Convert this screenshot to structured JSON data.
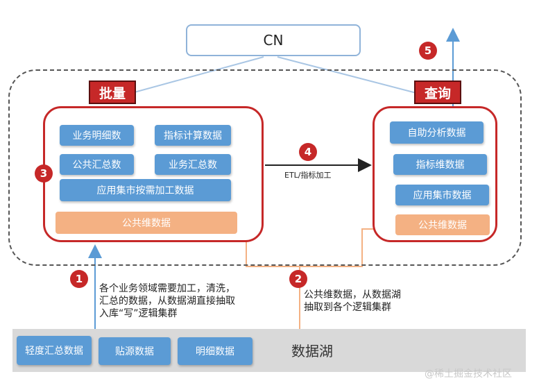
{
  "cn": {
    "label": "CN"
  },
  "batch": {
    "tag": "批量",
    "boxes": [
      "业务明细数",
      "指标计算数据",
      "公共汇总数",
      "业务汇总数",
      "应用集市按需加工数据"
    ],
    "common": "公共维数据"
  },
  "query": {
    "tag": "查询",
    "boxes": [
      "自助分析数据",
      "指标维数据",
      "应用集市数据"
    ],
    "common": "公共维数据"
  },
  "etl_label": "ETL/指标加工",
  "steps": [
    "1",
    "2",
    "3",
    "4",
    "5"
  ],
  "notes": {
    "step1": [
      "各个业务领域需要加工，清洗，",
      "汇总的数据，从数据湖直接抽取",
      "入库“写”逻辑集群"
    ],
    "step2": [
      "公共维数据，从数据湖",
      "抽取到各个逻辑集群"
    ]
  },
  "lake": {
    "title": "数据湖",
    "boxes": [
      "轻度汇总数据",
      "贴源数据",
      "明细数据"
    ]
  },
  "watermark": "@稀土掘金技术社区",
  "colors": {
    "red": "#c62828",
    "blue": "#5b9bd5",
    "orange": "#f4b183",
    "lake": "#d9d9d9"
  }
}
